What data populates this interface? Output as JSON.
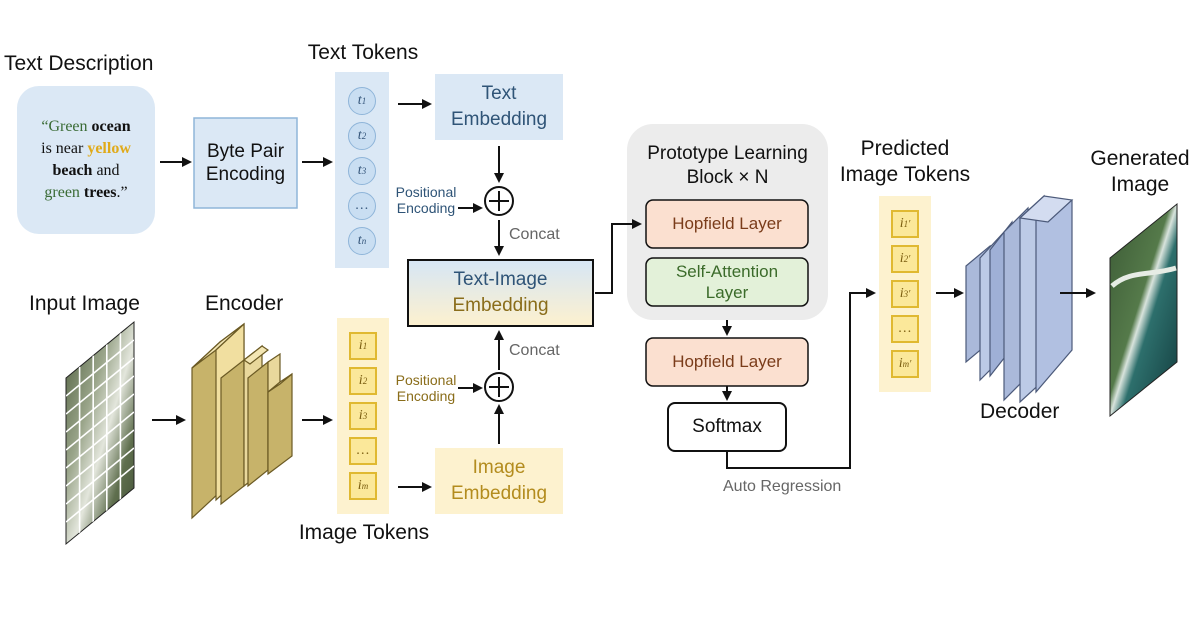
{
  "colors": {
    "blue_panel": "#dbe8f5",
    "yellow_panel": "#fdf2cf",
    "hopfield": "#fbe0d0",
    "self_attention": "#e3f1d9",
    "proto_block": "#ececec",
    "blue_text": "#2f5477",
    "gold_text": "#b38c1e"
  },
  "text_description": {
    "heading": "Text Description",
    "line1_a": "“Green ",
    "line1_b": "ocean",
    "line2_a": "is near ",
    "line2_b": "yellow",
    "line3_a": "beach",
    "line3_b": " and",
    "line4_a": "green ",
    "line4_b": "trees",
    "line4_c": ".”"
  },
  "bpe": {
    "line1": "Byte Pair",
    "line2": "Encoding"
  },
  "text_tokens": {
    "heading": "Text Tokens",
    "tokens": [
      {
        "base": "t",
        "sub": "1"
      },
      {
        "base": "t",
        "sub": "2"
      },
      {
        "base": "t",
        "sub": "3"
      },
      {
        "base": "…",
        "sub": ""
      },
      {
        "base": "t",
        "sub": "n"
      }
    ]
  },
  "text_embedding": {
    "line1": "Text",
    "line2": "Embedding"
  },
  "positional_encoding_top": {
    "line1": "Positional",
    "line2": "Encoding"
  },
  "concat_top": "Concat",
  "text_image_embedding": {
    "line1": "Text-Image",
    "line2": "Embedding"
  },
  "concat_bottom": "Concat",
  "positional_encoding_bottom": {
    "line1": "Positional",
    "line2": "Encoding"
  },
  "image_embedding": {
    "line1": "Image",
    "line2": "Embedding"
  },
  "input_image": {
    "heading": "Input Image"
  },
  "encoder": {
    "heading": "Encoder"
  },
  "image_tokens": {
    "heading": "Image Tokens",
    "tokens": [
      {
        "base": "i",
        "sub": "1"
      },
      {
        "base": "i",
        "sub": "2"
      },
      {
        "base": "i",
        "sub": "3"
      },
      {
        "base": "…",
        "sub": ""
      },
      {
        "base": "i",
        "sub": "m"
      }
    ]
  },
  "prototype_block": {
    "line1": "Prototype Learning",
    "line2": "Block × N",
    "hopfield_inner": "Hopfield Layer",
    "self_attention_line1": "Self-Attention",
    "self_attention_line2": "Layer"
  },
  "hopfield_outer": "Hopfield Layer",
  "softmax": "Softmax",
  "auto_regression": "Auto Regression",
  "predicted_tokens": {
    "line1": "Predicted",
    "line2": "Image Tokens",
    "tokens": [
      {
        "base": "i",
        "sub": "1",
        "prime": "′"
      },
      {
        "base": "i",
        "sub": "2",
        "prime": "′"
      },
      {
        "base": "i",
        "sub": "3",
        "prime": "′"
      },
      {
        "base": "…",
        "sub": "",
        "prime": ""
      },
      {
        "base": "i",
        "sub": "m",
        "prime": "′"
      }
    ]
  },
  "decoder": {
    "heading": "Decoder"
  },
  "generated_image": {
    "line1": "Generated",
    "line2": "Image"
  }
}
